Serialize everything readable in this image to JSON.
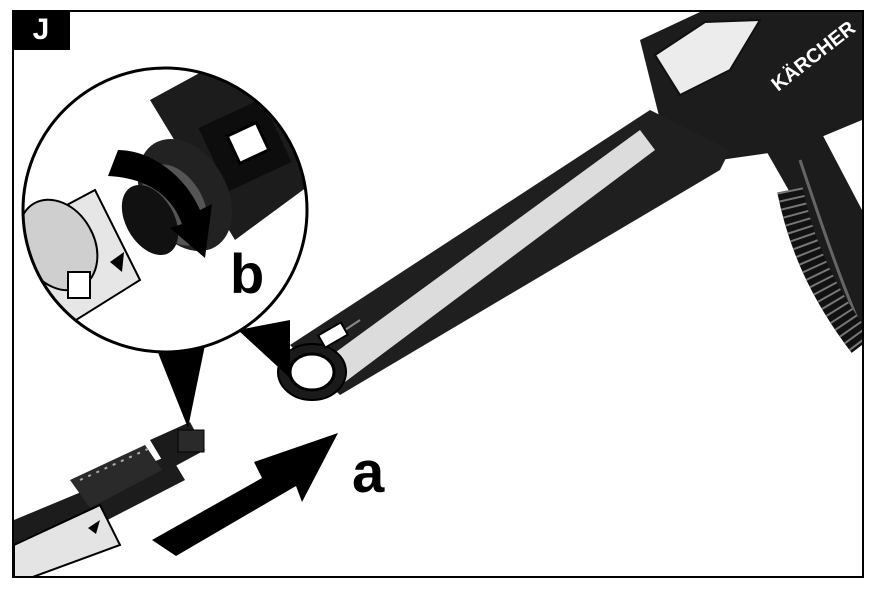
{
  "figure": {
    "label": "J",
    "callouts": {
      "a": "a",
      "b": "b"
    },
    "brand": "KÄRCHER"
  },
  "colors": {
    "ink": "#111111",
    "body": "#1c1c1c",
    "highlight": "#d9d9d9",
    "paper": "#ffffff"
  },
  "icons": [
    "spray-gun",
    "lance-connector",
    "push-arrow",
    "rotate-arrow",
    "magnifier-circle"
  ]
}
